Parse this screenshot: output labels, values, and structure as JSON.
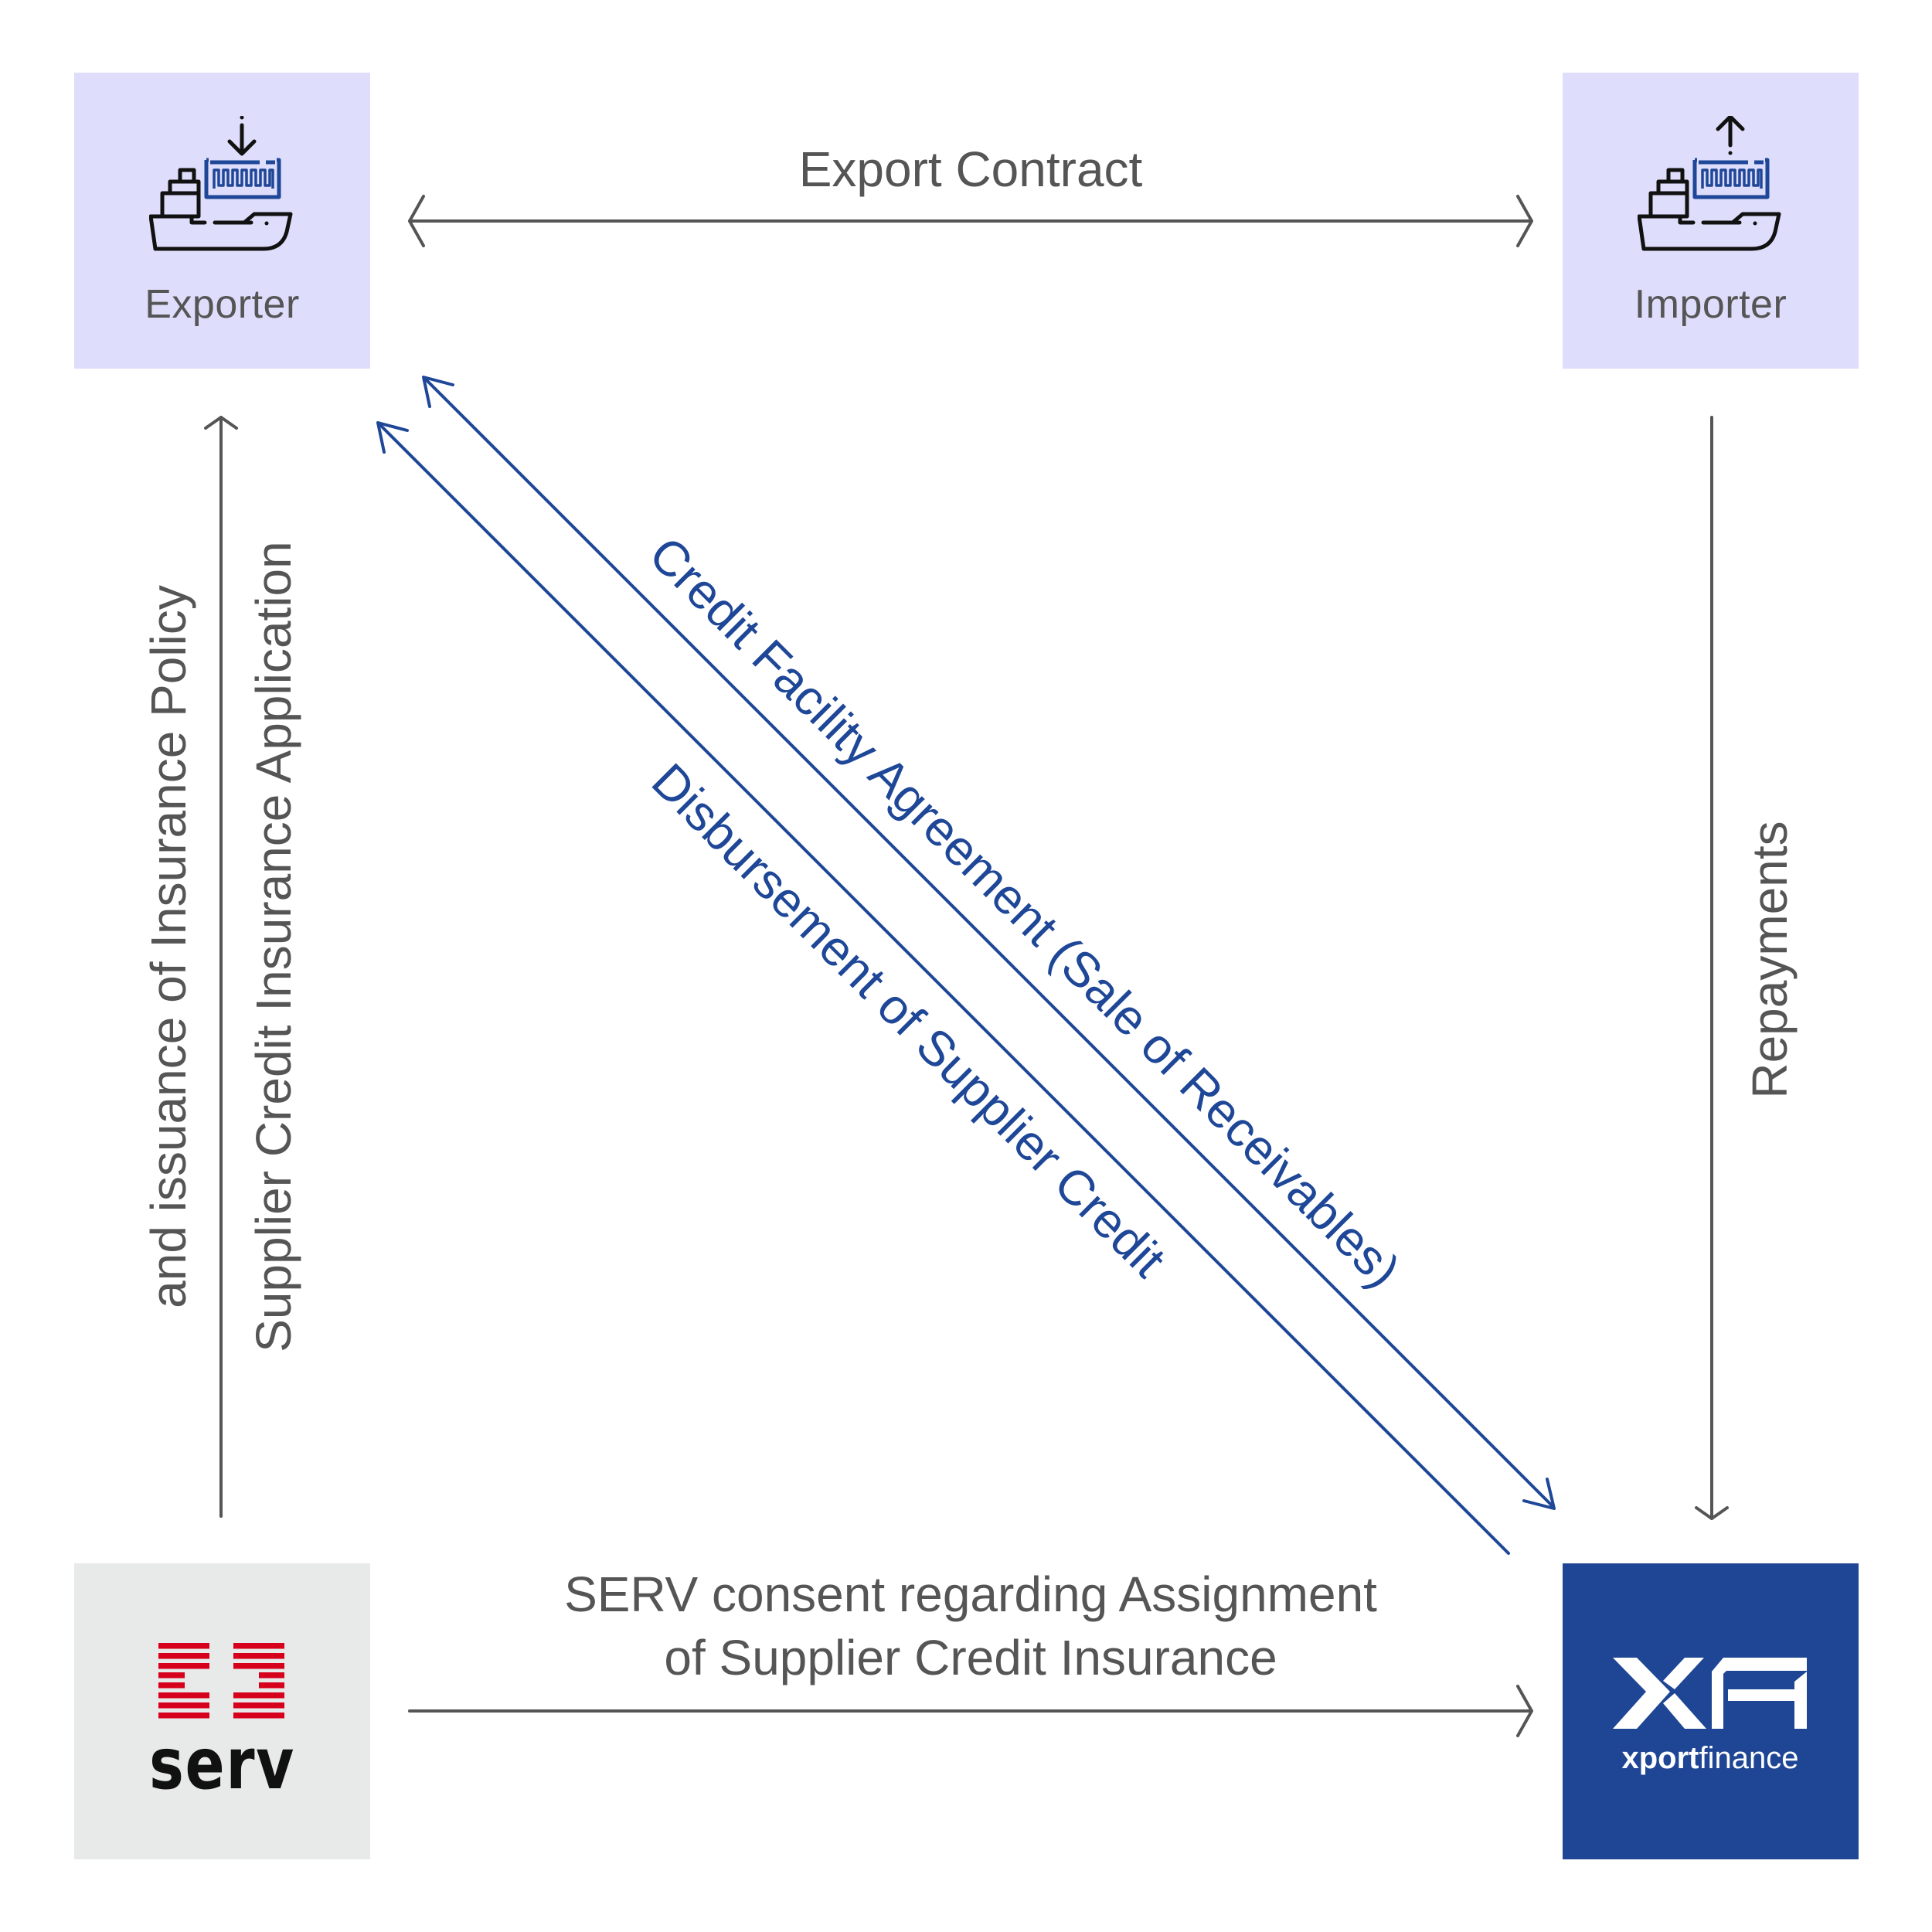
{
  "diagram": {
    "title": "Supplier credit flow",
    "colors": {
      "party_box": "#DEDDFB",
      "serv_box": "#E8E9E9",
      "xfi_box": "#1E4694",
      "gray_text": "#555555",
      "blue_accent": "#1F4797",
      "serv_red": "#D6001C"
    },
    "nodes": {
      "exporter": {
        "label": "Exporter",
        "icon": "ship-container-unload-icon"
      },
      "importer": {
        "label": "Importer",
        "icon": "ship-container-load-icon"
      },
      "serv": {
        "logo_text": "serv",
        "icon": "serv-logo"
      },
      "xfi": {
        "logo_text": "XFI",
        "tagline_bold": "xport",
        "tagline_light": "finance",
        "icon": "xfi-logo"
      }
    },
    "edges": {
      "export_contract": {
        "label": "Export Contract",
        "from": "Exporter",
        "to": "Importer",
        "direction": "both"
      },
      "insurance": {
        "line1": "Supplier Credit Insurance Application",
        "line2": "and issuance of Insurance Policy",
        "from": "SERV",
        "to": "Exporter"
      },
      "repayments": {
        "label": "Repayments",
        "from": "Importer",
        "to": "XFI"
      },
      "credit_facility": {
        "label": "Credit Facility Agreement (Sale of Receivables)",
        "from": "Exporter",
        "to": "XFI",
        "direction": "both"
      },
      "disbursement": {
        "label": "Disbursement of Supplier Credit",
        "from": "XFI",
        "to": "Exporter"
      },
      "consent": {
        "line1": "SERV consent regarding Assignment",
        "line2": "of Supplier Credit Insurance",
        "from": "SERV",
        "to": "XFI"
      }
    }
  }
}
